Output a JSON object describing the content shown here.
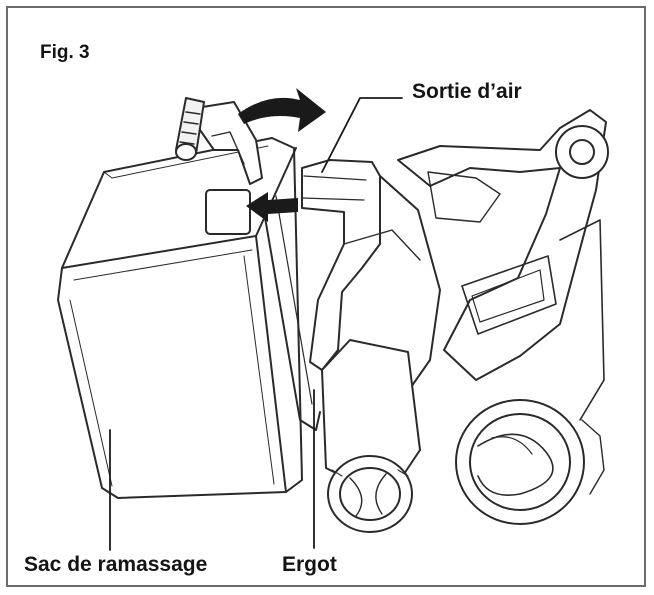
{
  "figure": {
    "number_label": "Fig. 3",
    "labels": {
      "air_outlet": "Sortie d’air",
      "collection_bag": "Sac de ramassage",
      "lug": "Ergot"
    }
  },
  "colors": {
    "line": "#2a2a2a",
    "frame": "#6b6b6b",
    "arrow": "#1a1a1a"
  }
}
